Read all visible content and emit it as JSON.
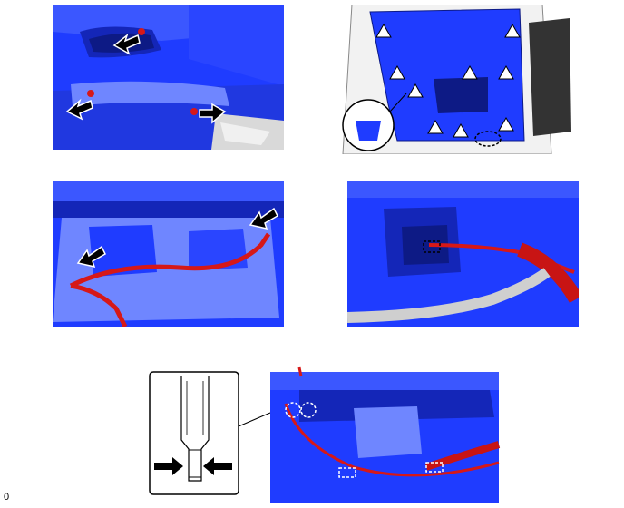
{
  "figure_label": "0",
  "colors": {
    "panel_blue": "#1f3cff",
    "panel_blue_dark": "#1426b8",
    "panel_blue_light": "#6f86ff",
    "harness_red": "#d61818",
    "arrow_black": "#000000",
    "background": "#ffffff"
  },
  "panels": [
    {
      "id": "door-handle-panel",
      "callout_arrows": 3
    },
    {
      "id": "door-trim-clip-panel",
      "clip_symbols": 10
    },
    {
      "id": "wire-harness-panel",
      "callout_arrows": 2
    },
    {
      "id": "latch-connector-panel",
      "connector_boxes": 1
    },
    {
      "id": "clamp-release-panel",
      "squeeze_arrows": 2,
      "dashed_circles": 2,
      "connector_boxes": 2
    }
  ]
}
